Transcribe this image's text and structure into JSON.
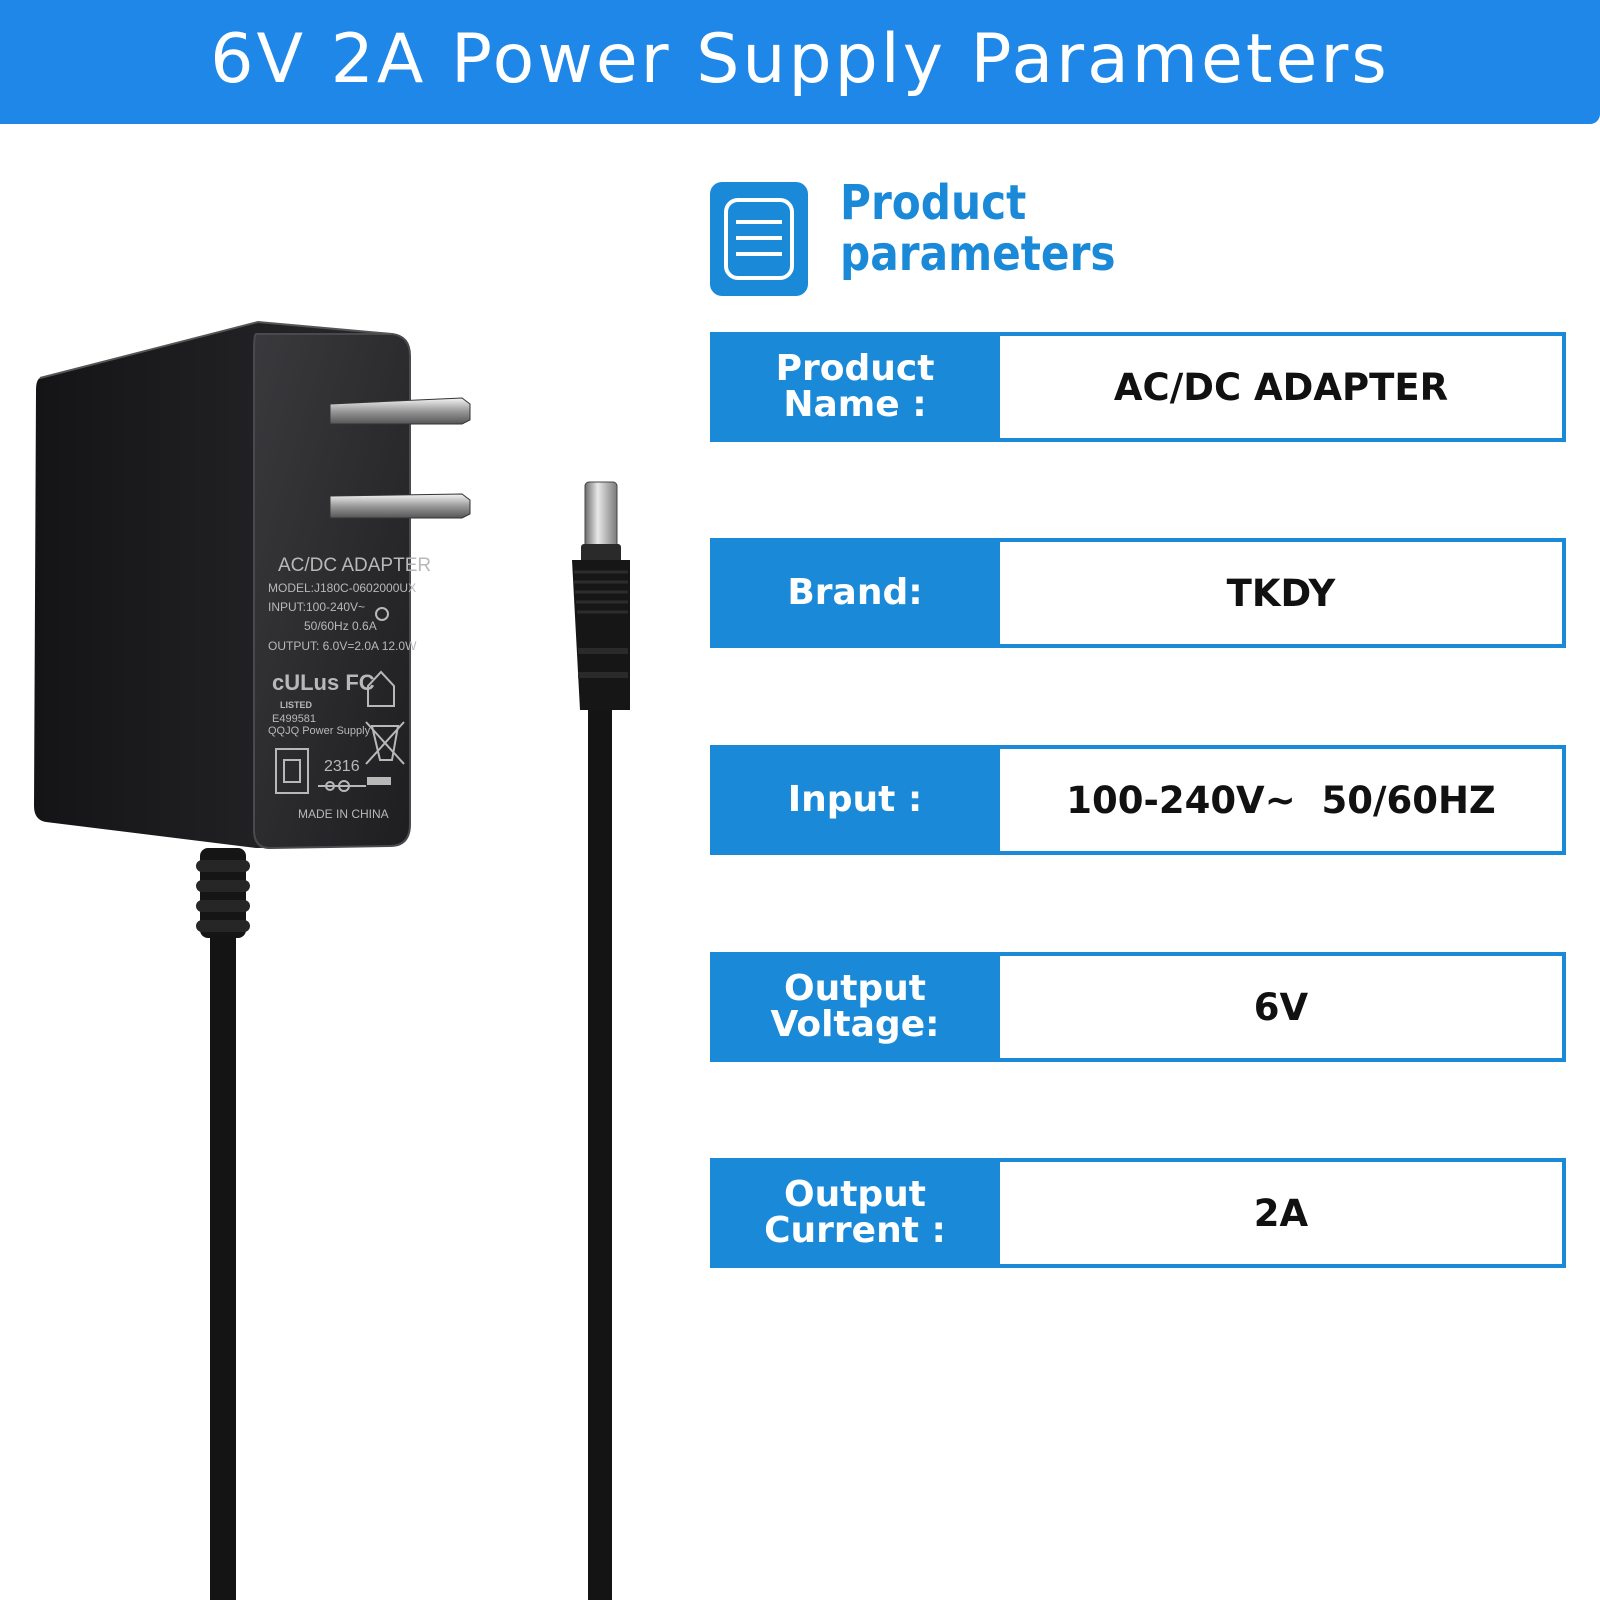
{
  "page_title": "6V 2A Power Supply Parameters",
  "section": {
    "icon": "document-lines-icon",
    "title": "Product parameters"
  },
  "parameters": [
    {
      "label": "Product Name :",
      "value": "AC/DC ADAPTER"
    },
    {
      "label": "Brand:",
      "value": "TKDY"
    },
    {
      "label": "Input :",
      "value": "100-240V~  50/60HZ"
    },
    {
      "label": "Output Voltage:",
      "value": "6V"
    },
    {
      "label": "Output Current :",
      "value": "2A"
    }
  ],
  "adapter_label": {
    "title": "AC/DC ADAPTER",
    "model": "MODEL:J180C-0602000UX",
    "input": "INPUT:100-240V~",
    "frequency": "50/60Hz  0.6A",
    "output": "OUTPUT: 6.0V=2.0A  12.0W",
    "listed": "LISTED",
    "file_number": "E499581",
    "maker": "QQJQ Power Supply",
    "date_code": "2316",
    "origin": "MADE IN CHINA",
    "marks": "cULus FC"
  },
  "colors": {
    "banner": "#1e87e8",
    "accent": "#1a8ad8",
    "adapter_body": "#1c1c1e",
    "value_text": "#111111"
  }
}
